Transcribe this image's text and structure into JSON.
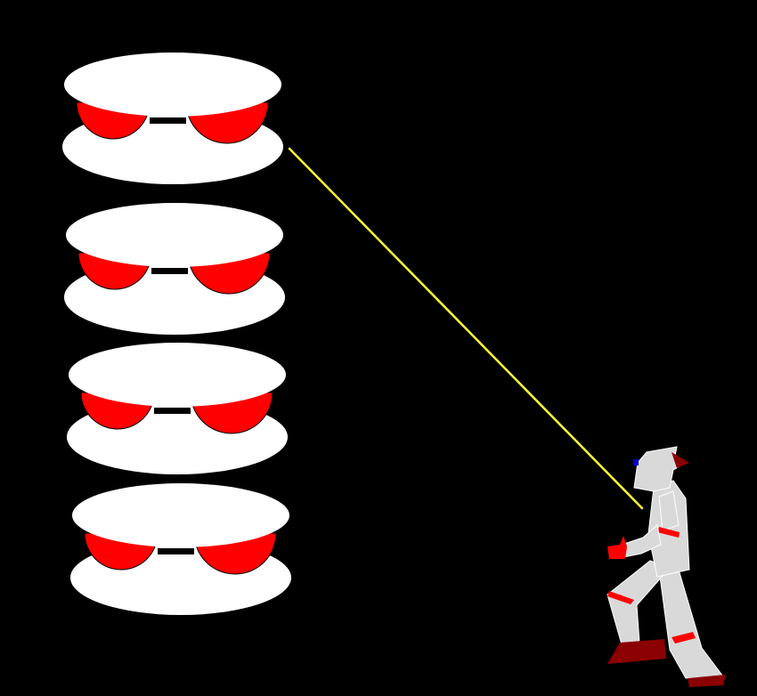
{
  "colors": {
    "background": "#000000",
    "saucer_body": "#ffffff",
    "saucer_pods": "#ff0000",
    "laser_beam": "#ffff33",
    "robot_body": "#d9d9d9",
    "robot_outline": "#ffffff",
    "robot_joints": "#ff0000",
    "robot_boots": "#8b0000",
    "robot_visor": "#0000cc"
  },
  "scene": {
    "enemies": [
      {
        "kind": "saucer"
      },
      {
        "kind": "saucer"
      },
      {
        "kind": "saucer"
      },
      {
        "kind": "saucer"
      }
    ],
    "player": {
      "kind": "robot-fighter",
      "icon": "robot-icon"
    },
    "projectile": {
      "kind": "laser-beam",
      "target_enemy": 1
    }
  }
}
